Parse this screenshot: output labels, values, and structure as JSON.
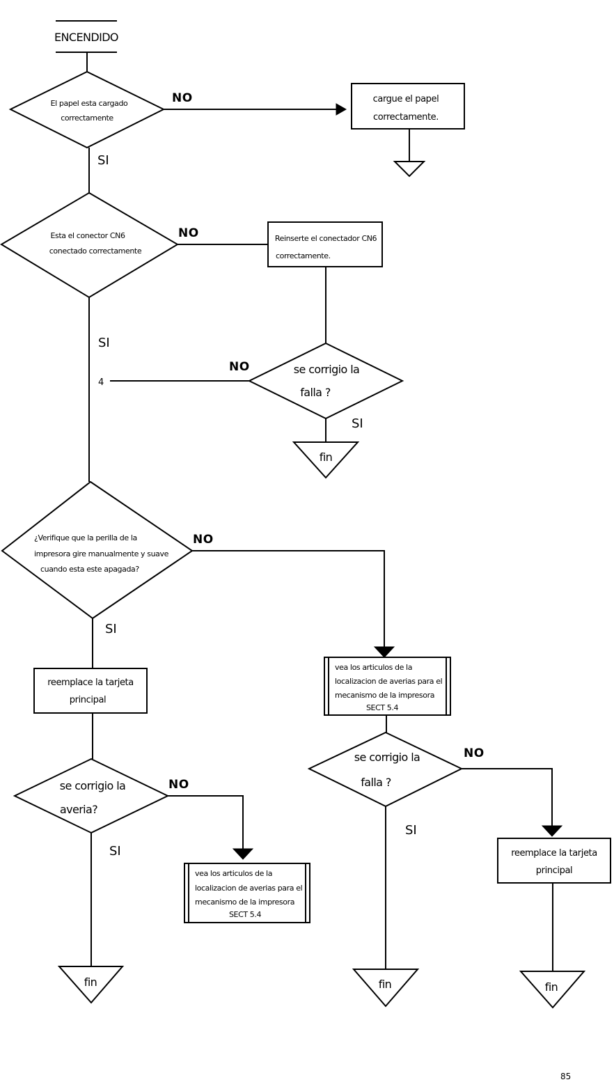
{
  "start": {
    "label": "ENCENDIDO"
  },
  "decisions": {
    "paper": {
      "lines": [
        "El papel esta cargado",
        "correctamente"
      ]
    },
    "cn6": {
      "lines": [
        "Esta el conector CN6",
        "conectado correctamente"
      ]
    },
    "corrected1": {
      "lines": [
        "se corrigio la",
        "falla ?"
      ]
    },
    "knob": {
      "lines": [
        "¿Verifique que la perilla de la",
        "impresora gire manualmente y suave",
        "cuando esta este apagada?"
      ]
    },
    "corrected2": {
      "lines": [
        "se corrigio la",
        "averia?"
      ]
    },
    "corrected3": {
      "lines": [
        "se corrigio la",
        "falla ?"
      ]
    }
  },
  "processes": {
    "load_paper": {
      "lines": [
        "cargue el papel",
        "correctamente."
      ]
    },
    "reinsert_cn6": {
      "lines": [
        "Reinserte el conectador CN6",
        "correctamente."
      ]
    },
    "replace_board_left": {
      "lines": [
        "reemplace la tarjeta",
        "principal"
      ]
    },
    "replace_board_right": {
      "lines": [
        "reemplace la tarjeta",
        "principal"
      ]
    },
    "see_articles_right": {
      "lines": [
        "vea los articulos de la",
        "localizacion de averias para el",
        "mecanismo de la impresora",
        "SECT 5.4"
      ]
    },
    "see_articles_left": {
      "lines": [
        "vea los articulos de la",
        "localizacion de averias para el",
        "mecanismo de la impresora",
        "SECT 5.4"
      ]
    }
  },
  "labels": {
    "yes": "SI",
    "no": "NO",
    "connector_ref": "4",
    "end": "fin"
  },
  "page_number": "85"
}
